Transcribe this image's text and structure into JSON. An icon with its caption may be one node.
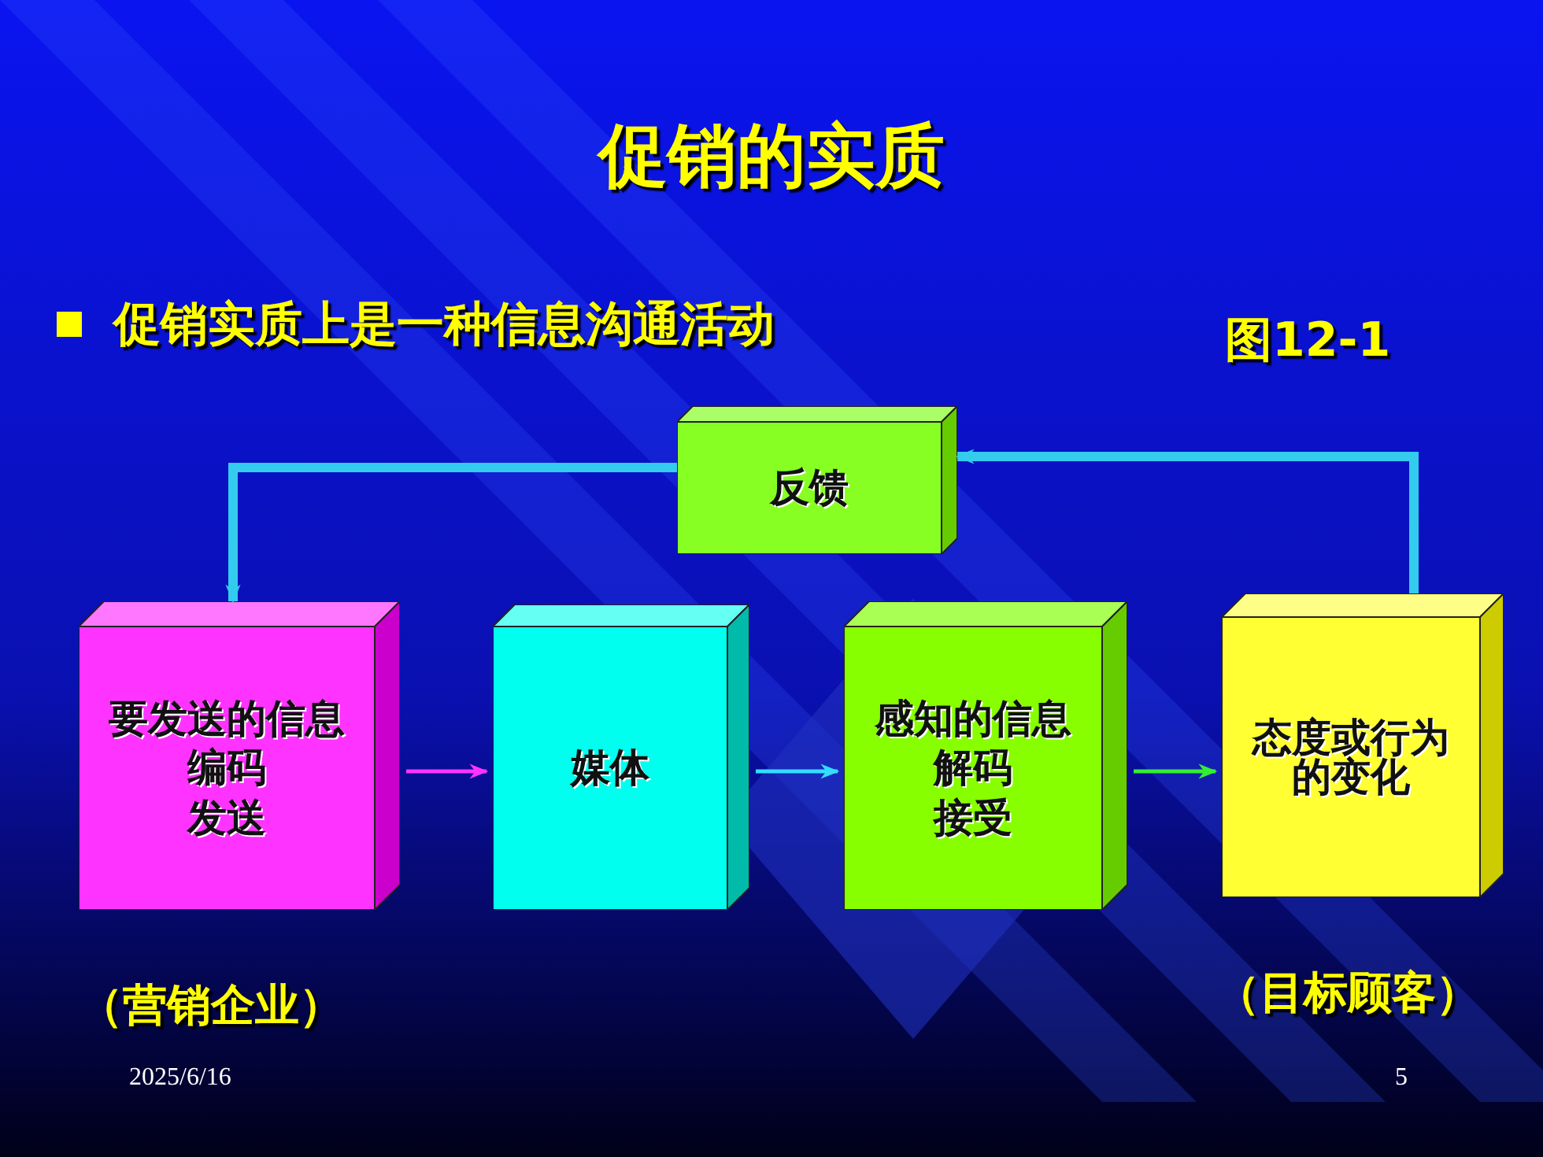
{
  "diagram": {
    "title": "促销的实质",
    "nodes": [
      {
        "text": [
          "反馈"
        ]
      },
      {
        "text": [
          "要发送的信息",
          "编码",
          "发送"
        ],
        "beside": [
          "（营销企业）"
        ]
      },
      {
        "text": [
          "媒体"
        ]
      },
      {
        "text": [
          "感知的信息",
          "解码",
          "接受"
        ]
      },
      {
        "text": [
          "态度或行为的变化"
        ],
        "beside": [
          "（目标顾客）"
        ]
      }
    ],
    "edges": [
      {
        "from": 1,
        "to": 2,
        "arrow": "to",
        "color": "#ff33ff"
      },
      {
        "from": 2,
        "to": 3,
        "arrow": "to",
        "color": "#33ddff"
      },
      {
        "from": 3,
        "to": 4,
        "arrow": "to",
        "color": "#33ee33"
      },
      {
        "from": 4,
        "to": 0,
        "arrow": "to",
        "color": "#33ccee",
        "style": "thick"
      },
      {
        "from": 0,
        "to": 1,
        "arrow": "to",
        "color": "#33ccee",
        "style": "thick"
      }
    ],
    "labels": [
      "促销实质上是一种信息沟通活动",
      "图12-1",
      "2025/6/16",
      "5"
    ]
  }
}
